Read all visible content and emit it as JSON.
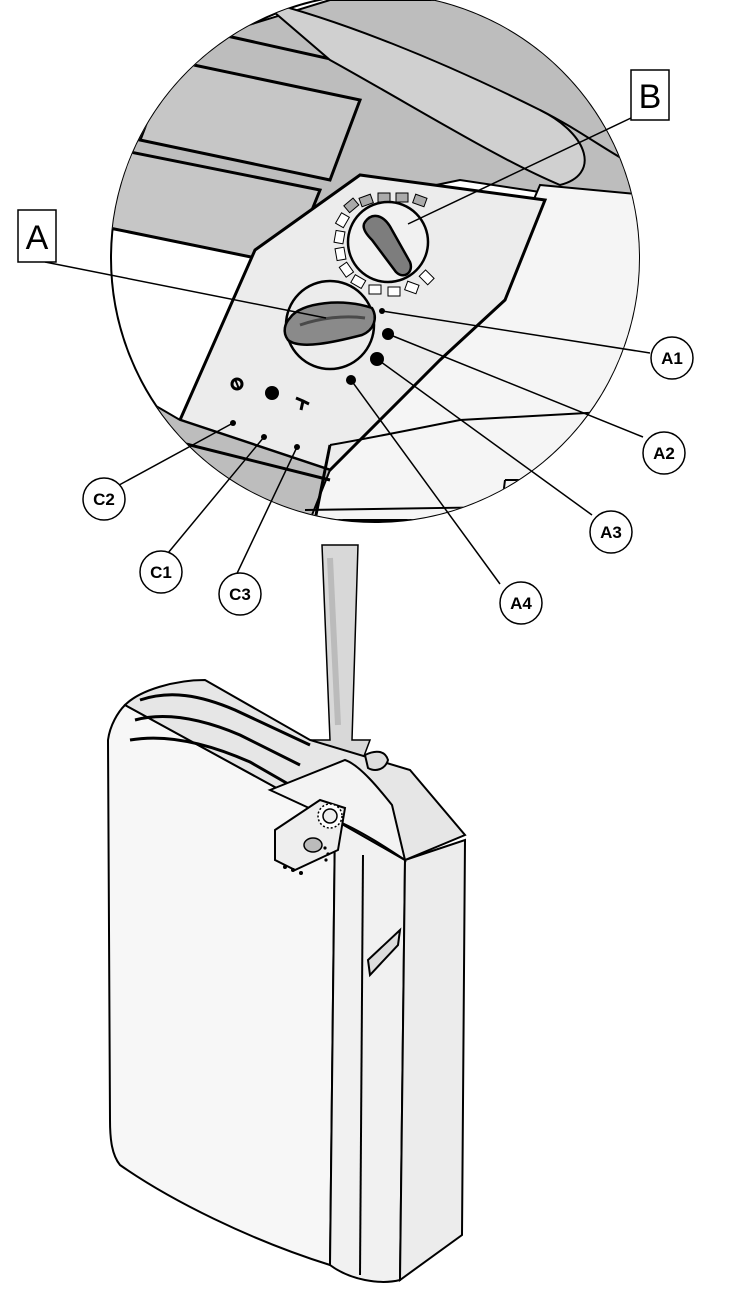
{
  "callouts": {
    "A": "A",
    "B": "B",
    "A1": "A1",
    "A2": "A2",
    "A3": "A3",
    "A4": "A4",
    "C1": "C1",
    "C2": "C2",
    "C3": "C3"
  },
  "colors": {
    "outline": "#000000",
    "body": "#f6f6f6",
    "panel_gray": "#bfbfbf",
    "knob_gray": "#8a8a8a",
    "arrow_fill": "#d8d8d8"
  }
}
